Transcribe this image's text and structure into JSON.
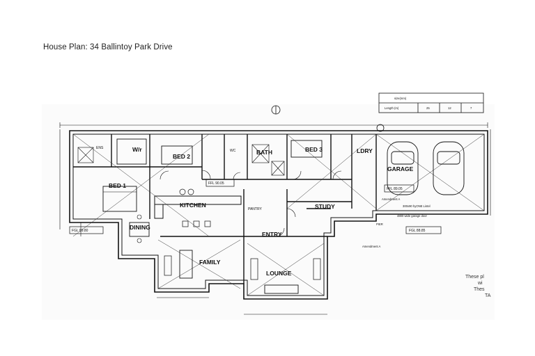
{
  "page_title": "House Plan: 34 Ballintoy Park Drive",
  "rooms": {
    "bed2": "BED 2",
    "bed3": "BED 3",
    "bed1": "BED 1",
    "wir": "W/r",
    "ens": "ENS",
    "bath": "BATH",
    "wc": "WC",
    "ldry": "LDRY",
    "garage": "GARAGE",
    "kitchen": "KITCHEN",
    "pantry": "PANTRY",
    "study": "STUDY",
    "entry": "ENTRY",
    "dining": "DINING",
    "family": "FAMILY",
    "lounge": "LOUNGE"
  },
  "levels": {
    "ffl_main": "FFL 90.05",
    "ffl_garage": "FFL 89.05",
    "fgl_left": "FGL 89.80",
    "fgl_right": "FGL 88.85"
  },
  "table": {
    "size_label": "size(mm)",
    "length_label": "Length (m)",
    "values": [
      "25",
      "12",
      "7"
    ]
  },
  "annotations": {
    "garage_door": "4800 wide garage door",
    "lintel": "300x90 hyONE Lintel",
    "amendment_a": "Amendment A",
    "amendment_b": "Amendment A",
    "pier": "PIER"
  },
  "note_lines": [
    "These pl",
    "wi",
    "Thes",
    "TA"
  ]
}
